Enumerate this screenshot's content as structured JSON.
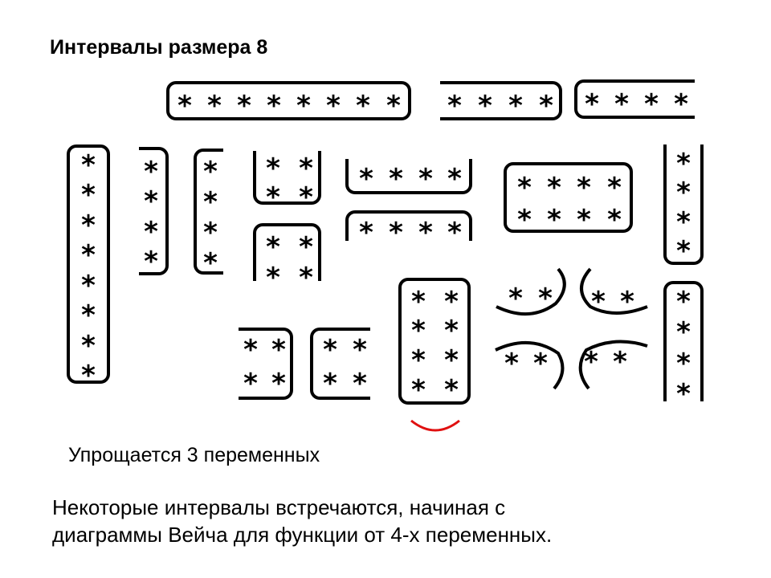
{
  "title": "Интервалы размера 8",
  "mark": "*",
  "highlight_color": "#e01010",
  "subtitle": "Упрощается 3 переменных",
  "paragraph": {
    "line1": "Некоторые интервалы встречаются, начиная с",
    "line2": "диаграммы Вейча для функции от 4-х переменных."
  }
}
